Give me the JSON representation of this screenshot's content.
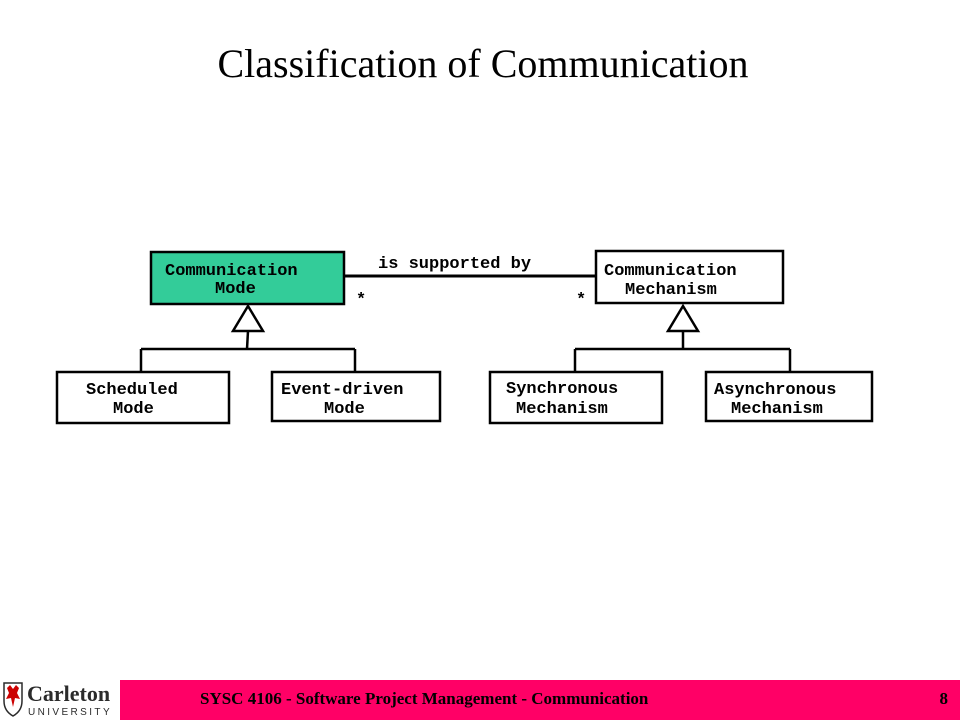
{
  "title": "Classification of Communication",
  "colors": {
    "highlight_fill": "#33cc99",
    "footer_bar": "#ff0066",
    "logo_red": "#cc0000",
    "logo_text": "#2b2b2b"
  },
  "diagram": {
    "association": {
      "label": "is supported by",
      "left_multiplicity": "*",
      "right_multiplicity": "*"
    },
    "communication_mode": {
      "line1": "Communication",
      "line2": "Mode"
    },
    "communication_mechanism": {
      "line1": "Communication",
      "line2": "Mechanism"
    },
    "scheduled_mode": {
      "line1": "Scheduled",
      "line2": "Mode"
    },
    "event_driven_mode": {
      "line1": "Event-driven",
      "line2": "Mode"
    },
    "synchronous_mechanism": {
      "line1": "Synchronous",
      "line2": "Mechanism"
    },
    "asynchronous_mechanism": {
      "line1": "Asynchronous",
      "line2": "Mechanism"
    }
  },
  "footer": {
    "logo_word": "Carleton",
    "logo_subword": "UNIVERSITY",
    "logo_icon": "carleton-shield-icon",
    "text": "SYSC 4106 - Software Project Management - Communication",
    "page": "8"
  }
}
